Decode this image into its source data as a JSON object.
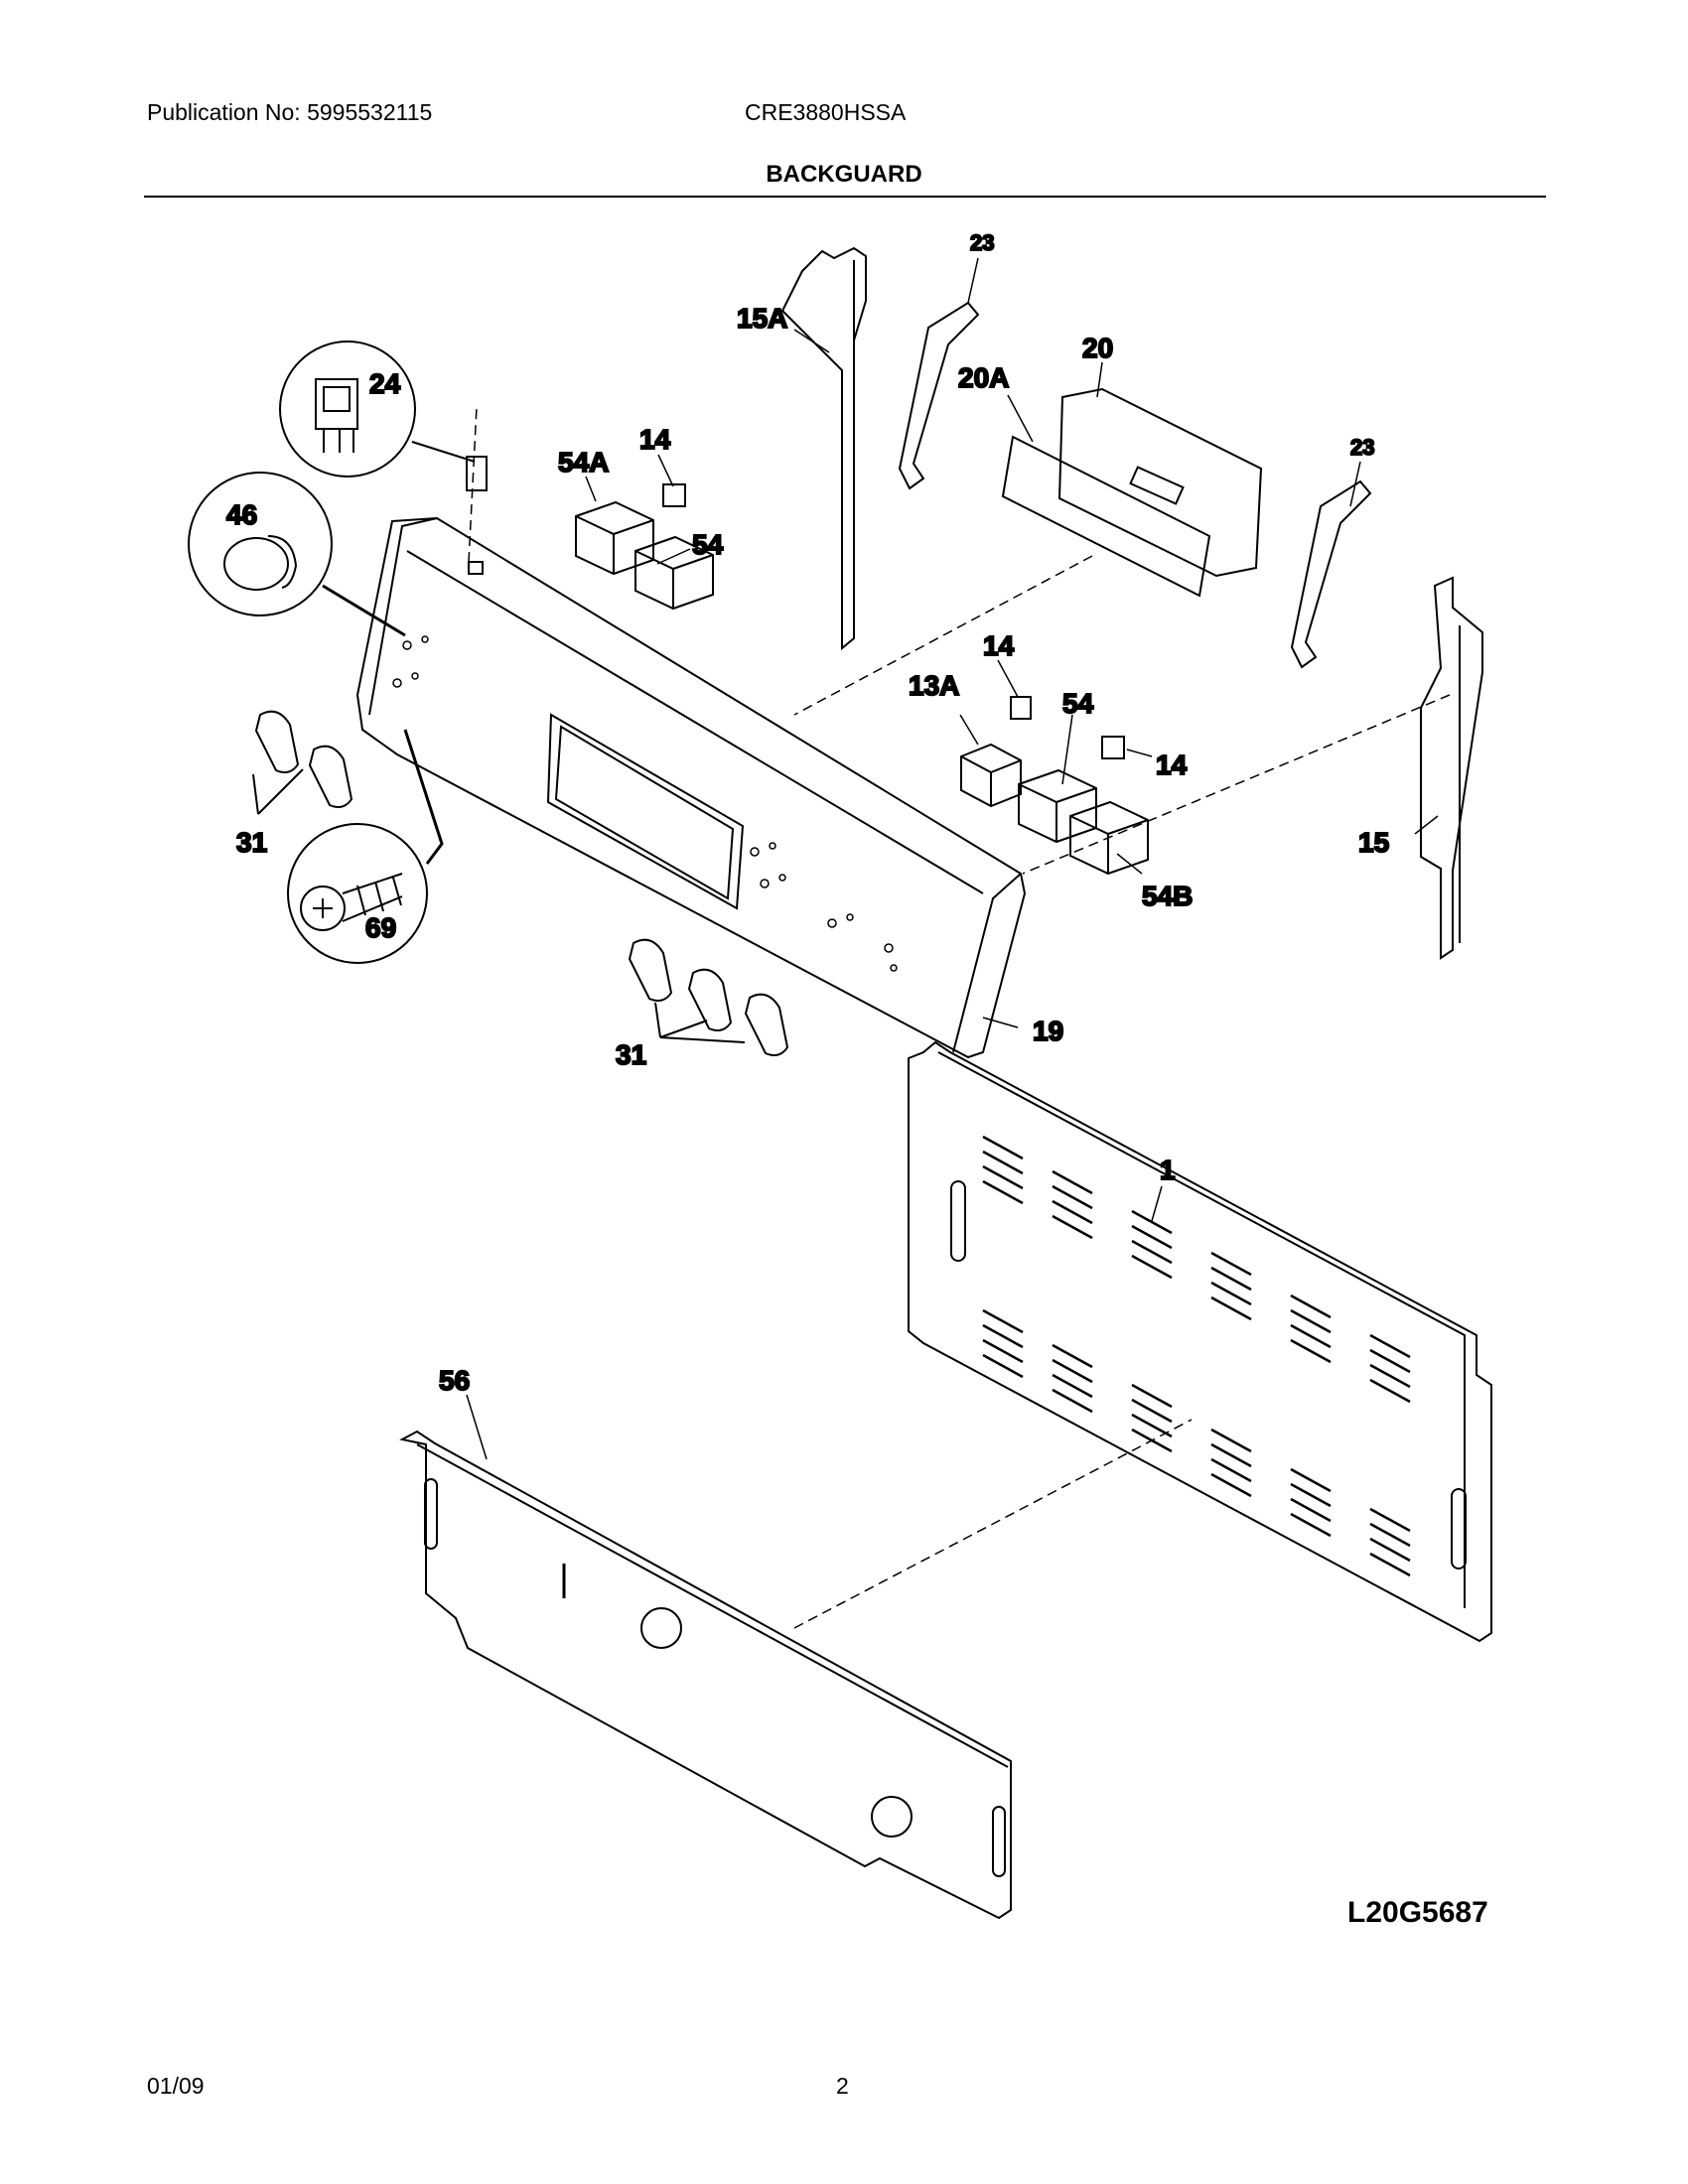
{
  "header": {
    "publication": "Publication No: 5995532115",
    "model": "CRE3880HSSA",
    "section_title": "BACKGUARD"
  },
  "diagram": {
    "reference_code": "L20G5687",
    "callouts": {
      "c1": "1",
      "c13A": "13A",
      "c14a": "14",
      "c14b": "14",
      "c14c": "14",
      "c15": "15",
      "c15A": "15A",
      "c19": "19",
      "c20": "20",
      "c20A": "20A",
      "c23a": "23",
      "c23b": "23",
      "c24": "24",
      "c31a": "31",
      "c31b": "31",
      "c46": "46",
      "c54a": "54",
      "c54b": "54",
      "c54A": "54A",
      "c54B": "54B",
      "c56": "56",
      "c69": "69"
    }
  },
  "footer": {
    "date": "01/09",
    "page_number": "2"
  }
}
